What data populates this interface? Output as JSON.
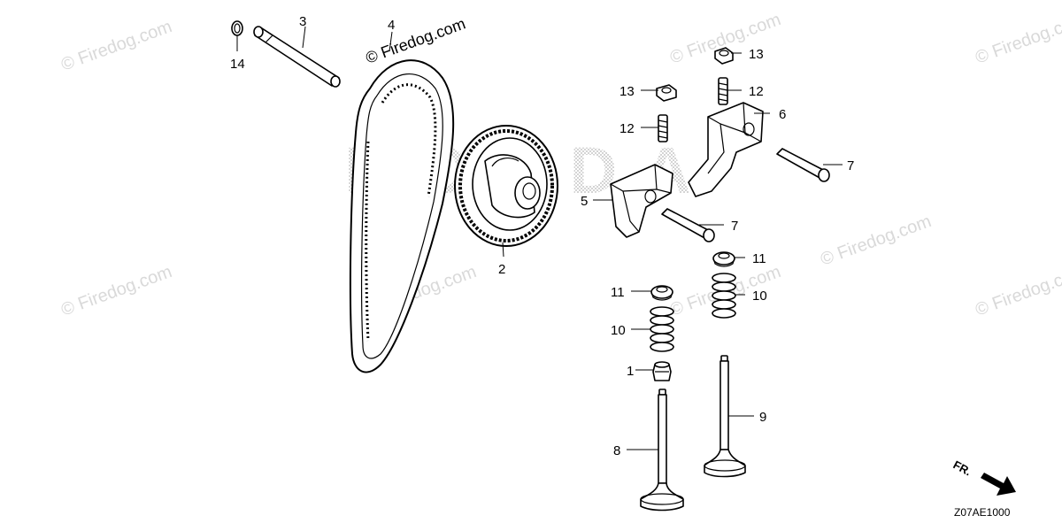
{
  "watermarks": [
    "© Firedog.com",
    "© Firedog.com",
    "© Firedog.com",
    "© Firedog.com",
    "© Firedog.com",
    "© Firedog.com",
    "© Firedog.com",
    "© Firedog.com",
    "© Firedog.com"
  ],
  "logo_text": "HONDA",
  "callouts": {
    "p1": "1",
    "p2": "2",
    "p3": "3",
    "p4": "4",
    "p5": "5",
    "p6": "6",
    "p7a": "7",
    "p7b": "7",
    "p8": "8",
    "p9": "9",
    "p10a": "10",
    "p10b": "10",
    "p11a": "11",
    "p11b": "11",
    "p12a": "12",
    "p12b": "12",
    "p13a": "13",
    "p13b": "13",
    "p14": "14"
  },
  "direction_label": "FR.",
  "diagram_code": "Z07AE1000"
}
